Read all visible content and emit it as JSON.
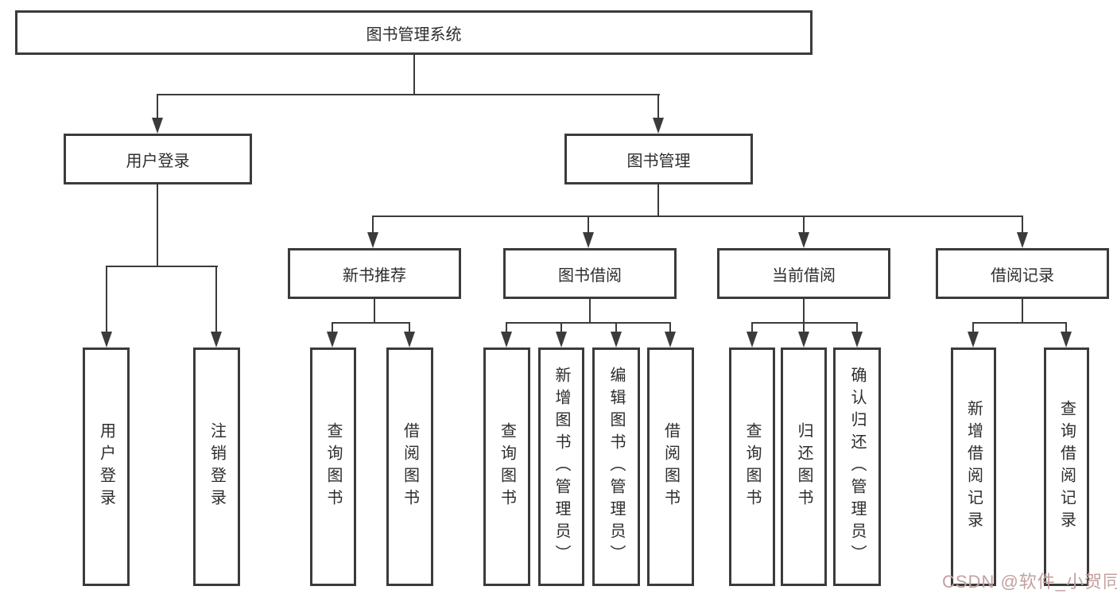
{
  "tree": {
    "root": {
      "label": "图书管理系统",
      "children": [
        {
          "label": "用户登录",
          "children": [
            {
              "label": "用户登录"
            },
            {
              "label": "注销登录"
            }
          ]
        },
        {
          "label": "图书管理",
          "children": [
            {
              "label": "新书推荐",
              "children": [
                {
                  "label": "查询图书"
                },
                {
                  "label": "借阅图书"
                }
              ]
            },
            {
              "label": "图书借阅",
              "children": [
                {
                  "label": "查询图书"
                },
                {
                  "label": "新增图书（管理员）"
                },
                {
                  "label": "编辑图书（管理员）"
                },
                {
                  "label": "借阅图书"
                }
              ]
            },
            {
              "label": "当前借阅",
              "children": [
                {
                  "label": "查询图书"
                },
                {
                  "label": "归还图书"
                },
                {
                  "label": "确认归还（管理员）"
                }
              ]
            },
            {
              "label": "借阅记录",
              "children": [
                {
                  "label": "新增借阅记录"
                },
                {
                  "label": "查询借阅记录"
                }
              ]
            }
          ]
        }
      ]
    }
  },
  "watermark": {
    "text": "CSDN @软件_小贺同学"
  },
  "colors": {
    "line": "#3b3b3b",
    "text": "#2d2d2d",
    "background": "#ffffff",
    "watermark": "#c4a0a0"
  }
}
